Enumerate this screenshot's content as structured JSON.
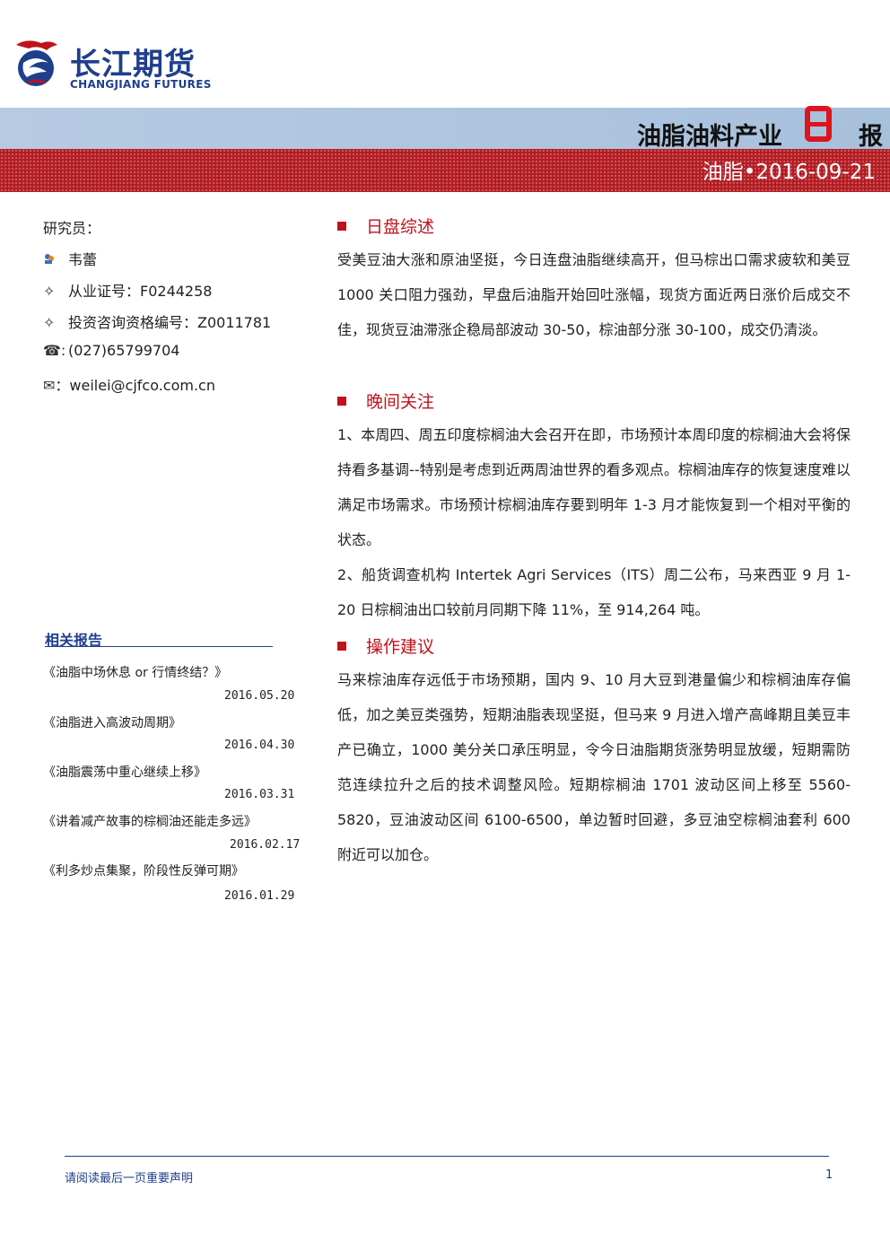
{
  "brand": {
    "name_cn": "长江期货",
    "name_en": "CHANGJIANG FUTURES"
  },
  "banner": {
    "title": "油脂油料产业",
    "ri": "日",
    "bao": "报",
    "subtitle": "油脂•2016-09-21"
  },
  "analyst": {
    "label": "研究员：",
    "name": "韦蕾",
    "license": "从业证号：F0244258",
    "qualification": "投资咨询资格编号：Z0011781",
    "phone": "(027)65799704",
    "email": "weilei@cjfco.com.cn",
    "email_prefix": "："
  },
  "related": {
    "title": "相关报告",
    "items": [
      {
        "title": "《油脂中场休息 or 行情终结？》",
        "date": "2016.05.20"
      },
      {
        "title": "《油脂进入高波动周期》",
        "date": "2016.04.30"
      },
      {
        "title": "《油脂震荡中重心继续上移》",
        "date": "2016.03.31"
      },
      {
        "title": "《讲着减产故事的棕榈油还能走多远》",
        "date": "2016.02.17"
      },
      {
        "title": "《利多炒点集聚，阶段性反弹可期》",
        "date": "2016.01.29"
      }
    ]
  },
  "sections": [
    {
      "heading": "日盘综述",
      "paragraphs": [
        "受美豆油大涨和原油坚挺，今日连盘油脂继续高开，但马棕出口需求疲软和美豆 1000 关口阻力强劲，早盘后油脂开始回吐涨幅，现货方面近两日涨价后成交不佳，现货豆油滞涨企稳局部波动 30-50，棕油部分涨 30-100，成交仍清淡。"
      ]
    },
    {
      "heading": "晚间关注",
      "paragraphs": [
        "1、本周四、周五印度棕榈油大会召开在即，市场预计本周印度的棕榈油大会将保持看多基调--特别是考虑到近两周油世界的看多观点。棕榈油库存的恢复速度难以满足市场需求。市场预计棕榈油库存要到明年 1-3 月才能恢复到一个相对平衡的状态。",
        "2、船货调查机构 Intertek Agri Services（ITS）周二公布，马来西亚 9 月 1-20 日棕榈油出口较前月同期下降 11%，至 914,264 吨。"
      ]
    },
    {
      "heading": "操作建议",
      "paragraphs": [
        "马来棕油库存远低于市场预期，国内 9、10 月大豆到港量偏少和棕榈油库存偏低，加之美豆类强势，短期油脂表现坚挺，但马来 9 月进入增产高峰期且美豆丰产已确立，1000 美分关口承压明显，令今日油脂期货涨势明显放缓，短期需防范连续拉升之后的技术调整风险。短期棕榈油 1701 波动区间上移至 5560-5820，豆油波动区间 6100-6500，单边暂时回避，多豆油空棕榈油套利 600 附近可以加仓。"
      ]
    }
  ],
  "footer": {
    "notice": "请阅读最后一页重要声明",
    "page": "1"
  },
  "colors": {
    "brand_blue": "#1f3e8c",
    "accent_red": "#c0121b",
    "banner_blue": "#b6cbe2",
    "banner_red": "#b01e24"
  }
}
